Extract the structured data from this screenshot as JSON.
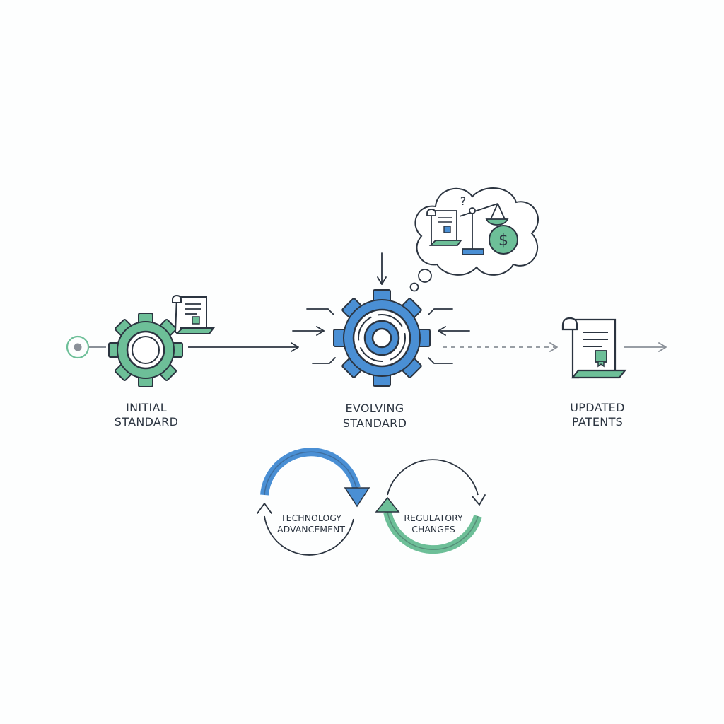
{
  "stages": [
    {
      "label_line1": "INITIAL",
      "label_line2": "STANDARD"
    },
    {
      "label_line1": "EVOLVING",
      "label_line2": "STANDARD"
    },
    {
      "label_line1": "UPDATED",
      "label_line2": "PATENTS"
    }
  ],
  "cycles": [
    {
      "label_line1": "TECHNOLOGY",
      "label_line2": "ADVANCEMENT"
    },
    {
      "label_line1": "REGULATORY",
      "label_line2": "CHANGES"
    }
  ],
  "thought_bubble": {
    "question_mark": "?",
    "currency_symbol": "$"
  },
  "colors": {
    "green": "#6dbf98",
    "blue": "#4a8fd4",
    "dark": "#2b3440",
    "gray": "#8a9098"
  },
  "icons": [
    "start-node-icon",
    "gear-icon",
    "patent-document-icon",
    "balance-scale-icon",
    "dollar-coin-icon",
    "cycle-arrow-icon"
  ]
}
